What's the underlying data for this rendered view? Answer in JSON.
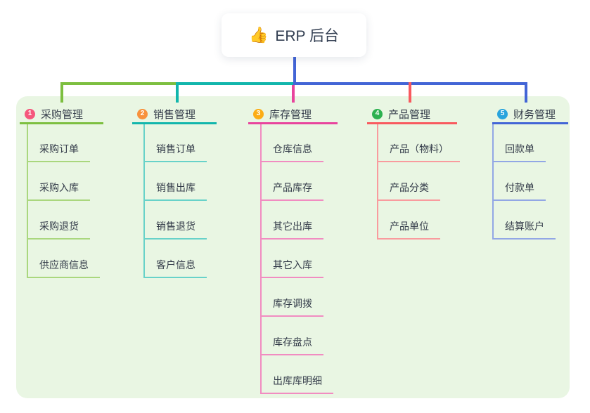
{
  "root": {
    "icon": "👍",
    "title": "ERP 后台"
  },
  "colors": {
    "canvas_bg": "#ffffff",
    "panel_bg": "#e9f6e3",
    "text": "#333b49",
    "root_line": "#4365d6"
  },
  "branches": [
    {
      "number": "1",
      "title": "采购管理",
      "colors": {
        "badge": "#f5577c",
        "line": "#7dbf40",
        "sub_line": "#aad77e"
      },
      "items": [
        "采购订单",
        "采购入库",
        "采购退货",
        "供应商信息"
      ]
    },
    {
      "number": "2",
      "title": "销售管理",
      "colors": {
        "badge": "#f8913c",
        "line": "#12b6ac",
        "sub_line": "#68d2c9"
      },
      "items": [
        "销售订单",
        "销售出库",
        "销售退货",
        "客户信息"
      ]
    },
    {
      "number": "3",
      "title": "库存管理",
      "colors": {
        "badge": "#fcad15",
        "line": "#e8449d",
        "sub_line": "#f18cc1"
      },
      "items": [
        "仓库信息",
        "产品库存",
        "其它出库",
        "其它入库",
        "库存调拨",
        "库存盘点",
        "出库库明细"
      ]
    },
    {
      "number": "4",
      "title": "产品管理",
      "colors": {
        "badge": "#2cb150",
        "line": "#f85a5f",
        "sub_line": "#f99b9e"
      },
      "items": [
        "产品（物料）",
        "产品分类",
        "产品单位"
      ]
    },
    {
      "number": "5",
      "title": "财务管理",
      "colors": {
        "badge": "#29a4dd",
        "line": "#4365d6",
        "sub_line": "#92a7e5"
      },
      "items": [
        "回款单",
        "付款单",
        "结算账户"
      ]
    }
  ]
}
